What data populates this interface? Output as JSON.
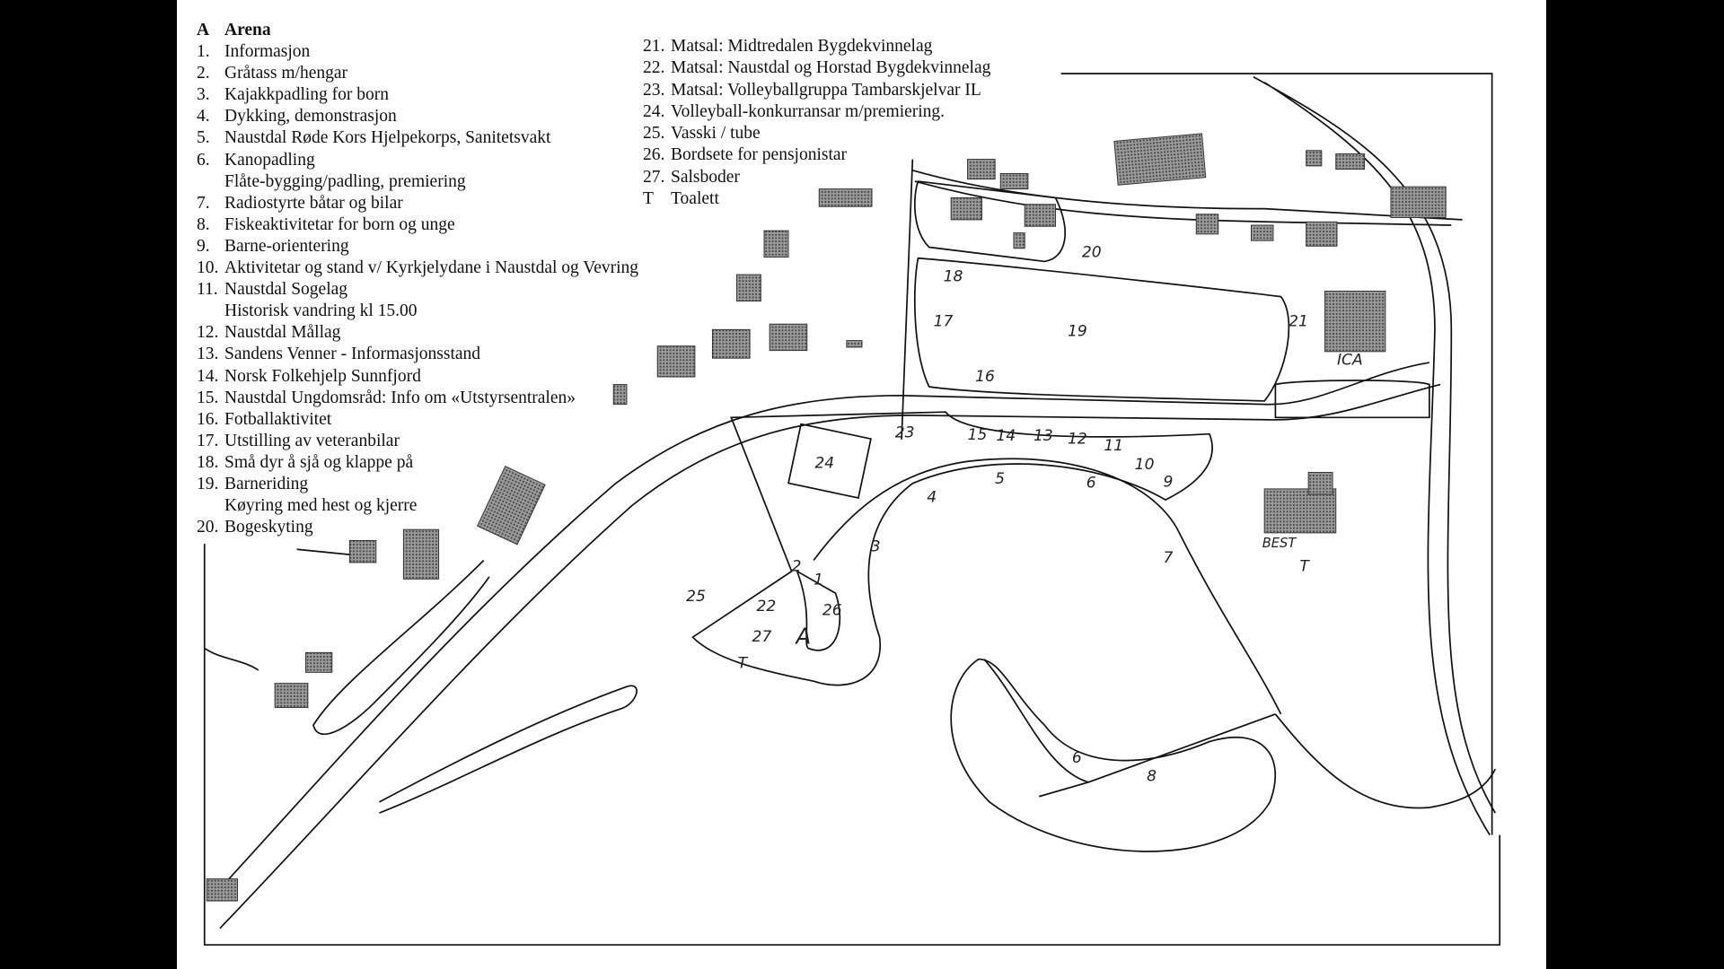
{
  "legend_left": [
    {
      "num": "A",
      "text": "Arena",
      "bold": true
    },
    {
      "num": "1.",
      "text": "Informasjon"
    },
    {
      "num": "2.",
      "text": "Gråtass m/hengar"
    },
    {
      "num": "3.",
      "text": "Kajakkpadling for born"
    },
    {
      "num": "4.",
      "text": "Dykking, demonstrasjon"
    },
    {
      "num": "5.",
      "text": "Naustdal Røde Kors Hjelpekorps, Sanitetsvakt"
    },
    {
      "num": "6.",
      "text": "Kanopadling"
    },
    {
      "num": "",
      "text": "Flåte-bygging/padling, premiering"
    },
    {
      "num": "7.",
      "text": "Radiostyrte båtar og bilar"
    },
    {
      "num": "8.",
      "text": "Fiskeaktivitetar for born og unge"
    },
    {
      "num": "9.",
      "text": "Barne-orientering"
    },
    {
      "num": "10.",
      "text": "Aktivitetar og stand v/ Kyrkjelydane i Naustdal og Vevring"
    },
    {
      "num": "11.",
      "text": "Naustdal Sogelag"
    },
    {
      "num": "",
      "text": "Historisk vandring kl 15.00"
    },
    {
      "num": "12.",
      "text": "Naustdal Mållag"
    },
    {
      "num": "13.",
      "text": "Sandens Venner - Informasjonsstand"
    },
    {
      "num": "14.",
      "text": "Norsk Folkehjelp Sunnfjord"
    },
    {
      "num": "15.",
      "text": "Naustdal Ungdomsråd: Info om «Utstyrsentralen»"
    },
    {
      "num": "16.",
      "text": "Fotballaktivitet"
    },
    {
      "num": "17.",
      "text": "Utstilling av veteranbilar"
    },
    {
      "num": "18.",
      "text": "Små dyr å sjå og klappe på"
    },
    {
      "num": "19.",
      "text": "Barneriding"
    },
    {
      "num": "",
      "text": "Køyring med hest og kjerre"
    },
    {
      "num": "20.",
      "text": "Bogeskyting"
    }
  ],
  "legend_right": [
    {
      "num": "21.",
      "text": "Matsal: Midtredalen Bygdekvinnelag"
    },
    {
      "num": "22.",
      "text": "Matsal: Naustdal og Horstad Bygdekvinnelag"
    },
    {
      "num": "23.",
      "text": "Matsal: Volleyballgruppa Tambarskjelvar IL"
    },
    {
      "num": "24.",
      "text": "Volleyball-konkurransar m/premiering."
    },
    {
      "num": "25.",
      "text": "Vasski / tube"
    },
    {
      "num": "26.",
      "text": "Bordsete for pensjonistar"
    },
    {
      "num": "27.",
      "text": "Salsboder"
    },
    {
      "num": "T",
      "text": "Toalett"
    }
  ],
  "map_labels": [
    "18",
    "17",
    "19",
    "16",
    "20",
    "21",
    "ICA",
    "23",
    "24",
    "15",
    "14",
    "13",
    "12",
    "11",
    "10",
    "9",
    "6",
    "5",
    "4",
    "3",
    "7",
    "2",
    "1",
    "26",
    "25",
    "22",
    "27",
    "A",
    "T",
    "BEST",
    "T",
    "6",
    "8"
  ],
  "colors": {
    "paper": "#ffffff",
    "background": "#000000",
    "ink": "#111111",
    "building": "#777777"
  }
}
